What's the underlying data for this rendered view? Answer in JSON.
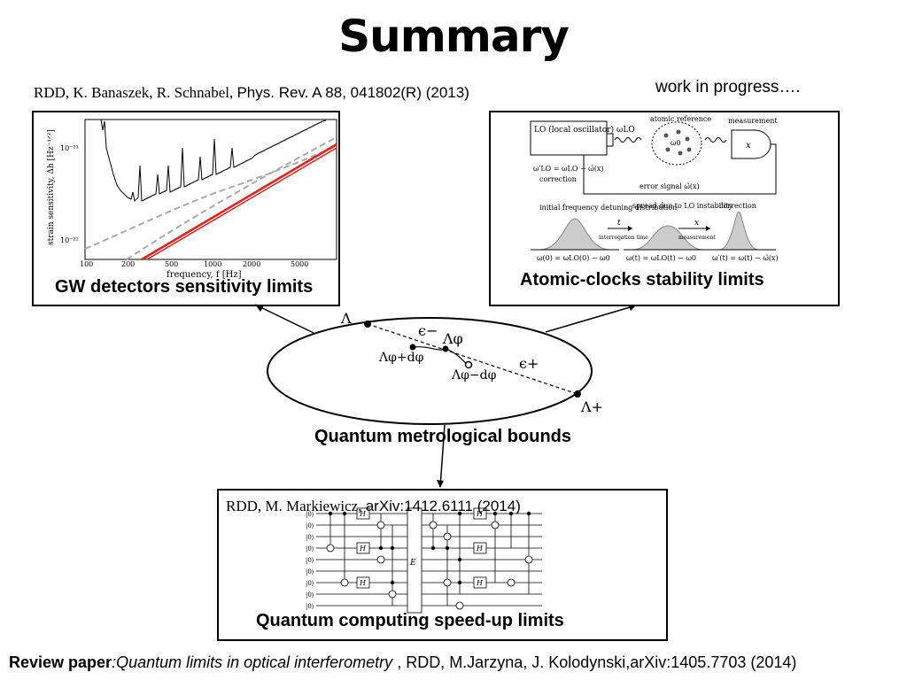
{
  "title": "Summary",
  "top_reference": {
    "authors": "RDD, K. Banaszek, R. Schnabel,",
    "journal": "Phys. Rev. A 88, 041802(R) (2013)"
  },
  "work_in_progress": "work in progress….",
  "gw_panel": {
    "label": "GW detectors sensitivity limits",
    "ylabel": "strain sensitivity, Δh [Hz⁻¹ᐟ²]",
    "xlabel": "frequency, f [Hz]",
    "y_ticks": [
      "10⁻²¹",
      "10⁻²²"
    ],
    "x_ticks": [
      "100",
      "200",
      "500",
      "1000",
      "2000",
      "5000"
    ]
  },
  "clock_panel": {
    "label": "Atomic-clocks stability limits",
    "lo": "LO (local oscillator)",
    "omega_lo": "ωLO",
    "atomic_reference": "atomic reference",
    "omega0": "ω0",
    "measurement": "measurement",
    "x": "x",
    "correction_eq": "ω′LO = ωLO − ω̃(x)",
    "correction": "correction",
    "error_signal": "error signal  ω̃(x)",
    "initial_detuning": "initial frequency detuning distribution",
    "t": "t",
    "interrogation_time": "interrogation time",
    "spread": "spread due to LO instability",
    "x2": "x",
    "measurement2": "measurement",
    "correction2": "correction",
    "eq1": "ω(0) = ωLO(0) − ω0",
    "eq2": "ω(t) = ωLO(t) − ω0",
    "eq3": "ω′(t) = ω(t) − ω̃(x)"
  },
  "bounds_diagram": {
    "label": "Quantum metrological bounds",
    "lambda": "Λ",
    "lambda_plus": "Λ+",
    "eps_minus": "ϵ−",
    "eps_plus": "ϵ+",
    "lambda_phi": "Λφ",
    "lambda_phi_plus": "Λφ+dφ",
    "lambda_phi_minus": "Λφ−dφ"
  },
  "qc_panel": {
    "label": "Quantum computing speed-up limits",
    "reference_authors": "RDD, M. Markiewicz,",
    "reference_arxiv": "arXiv:1412.6111 (2014)",
    "ket": "|0⟩",
    "hadamard": "H",
    "e_box": "E"
  },
  "footer": {
    "prefix": "Review paper",
    "title": ":Quantum limits in optical interferometry ",
    "rest": ", RDD, M.Jarzyna, J. Kolodynski,arXiv:1405.7703 (2014)"
  }
}
